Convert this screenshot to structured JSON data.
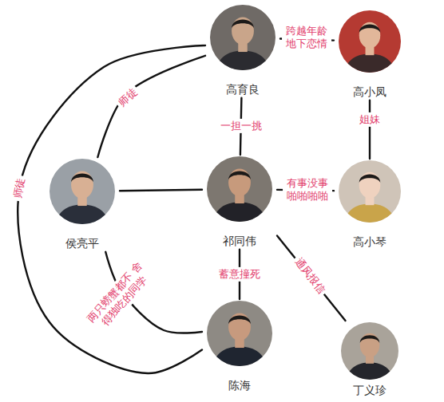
{
  "diagram": {
    "nodes": [
      {
        "text": [
          "高育良"
        ]
      },
      {
        "text": [
          "高小凤"
        ]
      },
      {
        "text": [
          "侯亮平"
        ]
      },
      {
        "text": [
          "祁同伟"
        ]
      },
      {
        "text": [
          "高小琴"
        ]
      },
      {
        "text": [
          "陈海"
        ]
      },
      {
        "text": [
          "丁义珍"
        ]
      }
    ],
    "edges": [
      {
        "from": 0,
        "to": 1,
        "arrow": "none",
        "label": "跨越年龄 地下恋情"
      },
      {
        "from": 0,
        "to": 2,
        "arrow": "none",
        "label": "师徒"
      },
      {
        "from": 0,
        "to": 5,
        "arrow": "none",
        "label": "师徒"
      },
      {
        "from": 0,
        "to": 3,
        "arrow": "none",
        "label": "一担一挑"
      },
      {
        "from": 1,
        "to": 4,
        "arrow": "none",
        "label": "姐妹"
      },
      {
        "from": 2,
        "to": 3,
        "arrow": "none"
      },
      {
        "from": 3,
        "to": 4,
        "arrow": "none",
        "label": "有事没事 啪啪啪啪"
      },
      {
        "from": 3,
        "to": 5,
        "arrow": "none",
        "label": "蓄意撞死"
      },
      {
        "from": 3,
        "to": 6,
        "arrow": "none",
        "label": "通风报信"
      },
      {
        "from": 2,
        "to": 5,
        "arrow": "none",
        "label": "两只螃蟹都不 舍得独吃的同学"
      }
    ]
  }
}
